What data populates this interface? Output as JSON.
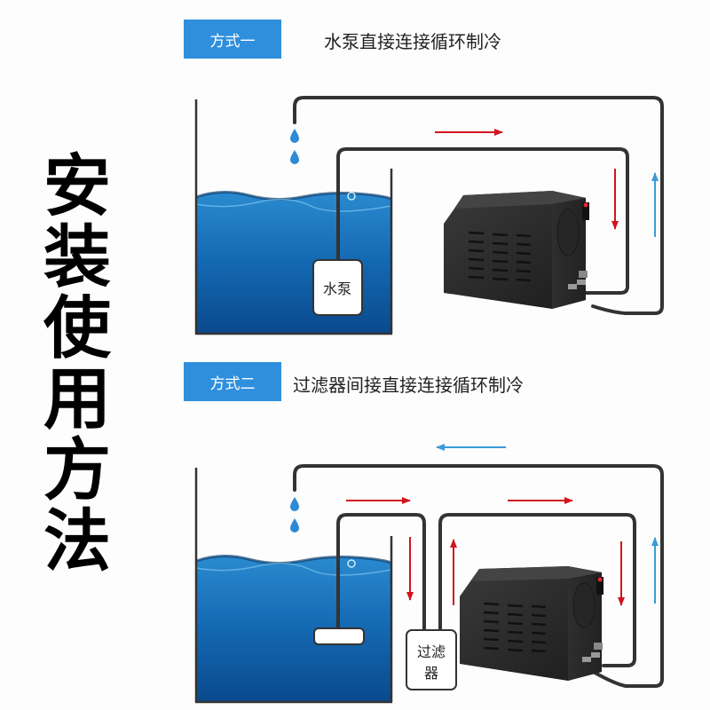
{
  "side_title": {
    "text": "安装使用方法",
    "chars": [
      "安",
      "装",
      "使",
      "用",
      "方",
      "法"
    ]
  },
  "method1": {
    "badge": "方式一",
    "heading": "水泵直接连接循环制冷",
    "pump_label": "水泵"
  },
  "method2": {
    "badge": "方式二",
    "heading": "过滤器间接直接连接循环制冷",
    "filter_label_line1": "过滤",
    "filter_label_line2": "器"
  },
  "colors": {
    "badge_bg": "#2f8fdc",
    "pipe": "#333333",
    "arrow_hot": "#d2141e",
    "arrow_cold": "#3a9ad9",
    "water_top": "#1d78c1",
    "water_bottom": "#0b4f95",
    "chiller_body": "#2a2a2a"
  }
}
